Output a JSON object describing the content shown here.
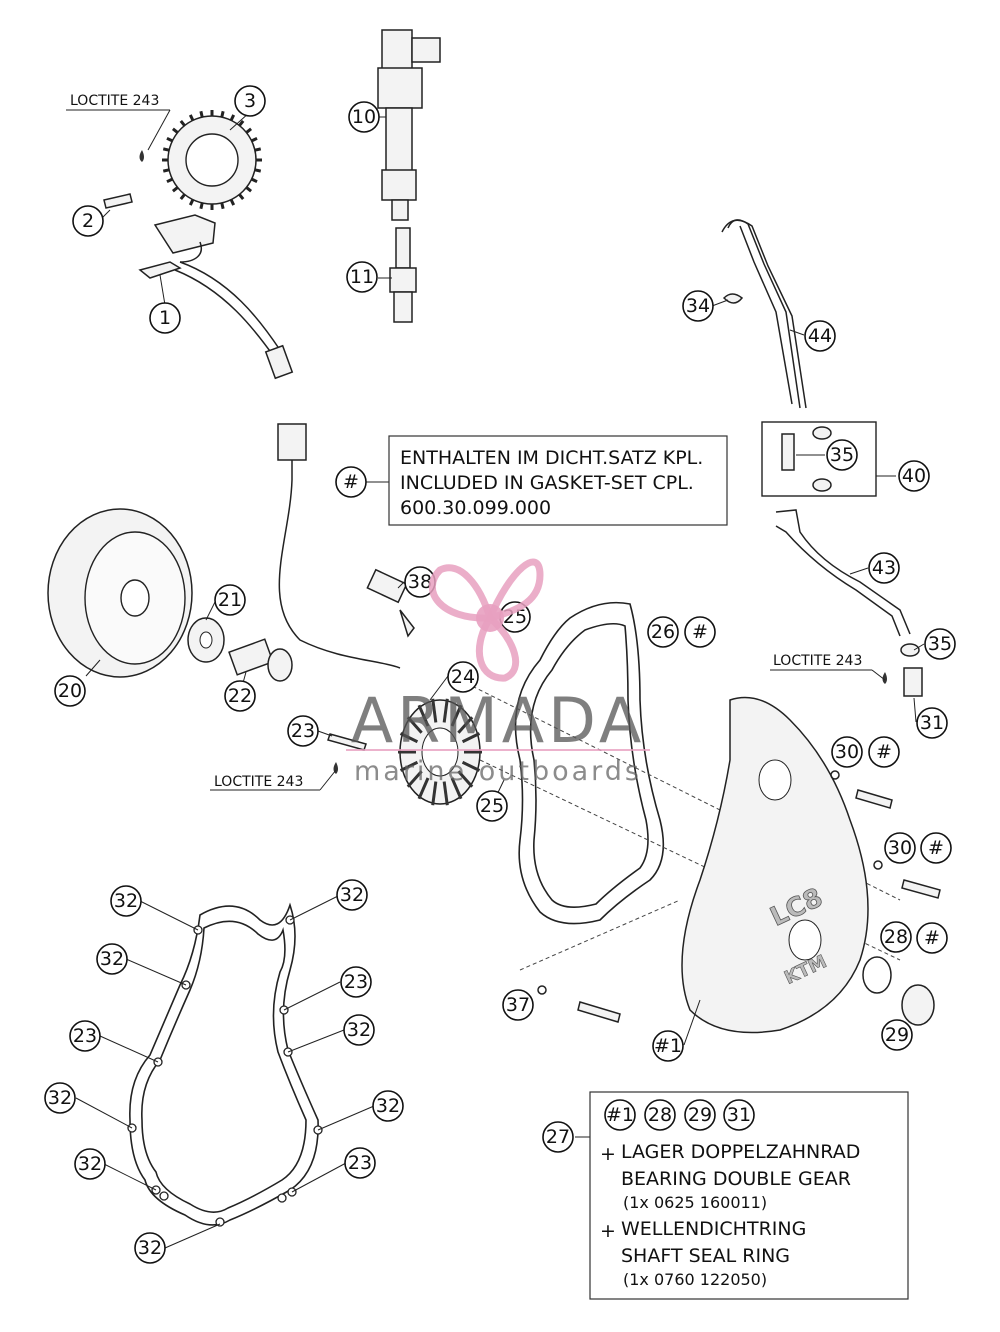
{
  "callouts": [
    {
      "id": "c1",
      "text": "1"
    },
    {
      "id": "c2",
      "text": "2"
    },
    {
      "id": "c3",
      "text": "3"
    },
    {
      "id": "c10",
      "text": "10"
    },
    {
      "id": "c11",
      "text": "11"
    },
    {
      "id": "c34",
      "text": "34"
    },
    {
      "id": "c44",
      "text": "44"
    },
    {
      "id": "c35a",
      "text": "35"
    },
    {
      "id": "c40",
      "text": "40"
    },
    {
      "id": "c43",
      "text": "43"
    },
    {
      "id": "c35b",
      "text": "35"
    },
    {
      "id": "c31",
      "text": "31"
    },
    {
      "id": "c38",
      "text": "38"
    },
    {
      "id": "c25a",
      "text": "25"
    },
    {
      "id": "c26",
      "text": "26"
    },
    {
      "id": "c26h",
      "text": "#"
    },
    {
      "id": "c21",
      "text": "21"
    },
    {
      "id": "c20",
      "text": "20"
    },
    {
      "id": "c22",
      "text": "22"
    },
    {
      "id": "c24",
      "text": "24"
    },
    {
      "id": "c23a",
      "text": "23"
    },
    {
      "id": "c25b",
      "text": "25"
    },
    {
      "id": "c30a",
      "text": "30"
    },
    {
      "id": "c30ah",
      "text": "#"
    },
    {
      "id": "c30b",
      "text": "30"
    },
    {
      "id": "c30bh",
      "text": "#"
    },
    {
      "id": "c28",
      "text": "28"
    },
    {
      "id": "c28h",
      "text": "#"
    },
    {
      "id": "c29",
      "text": "29"
    },
    {
      "id": "c37",
      "text": "37"
    },
    {
      "id": "c1h",
      "text": "#1"
    },
    {
      "id": "chash",
      "text": "#"
    },
    {
      "id": "c32a",
      "text": "32"
    },
    {
      "id": "c32b",
      "text": "32"
    },
    {
      "id": "c32c",
      "text": "32"
    },
    {
      "id": "c23b",
      "text": "23"
    },
    {
      "id": "c23c",
      "text": "23"
    },
    {
      "id": "c32d",
      "text": "32"
    },
    {
      "id": "c32e",
      "text": "32"
    },
    {
      "id": "c32f",
      "text": "32"
    },
    {
      "id": "c32g",
      "text": "32"
    },
    {
      "id": "c23d",
      "text": "23"
    },
    {
      "id": "c32h",
      "text": "32"
    },
    {
      "id": "c27",
      "text": "27"
    }
  ],
  "loctite_labels": [
    "LOCTITE 243",
    "LOCTITE 243",
    "LOCTITE 243"
  ],
  "gasket_note": {
    "line1": "ENTHALTEN IM DICHT.SATZ KPL.",
    "line2": "INCLUDED IN GASKET-SET CPL.",
    "line3": "600.30.099.000"
  },
  "kit_box": {
    "refs": [
      "#1",
      "28",
      "29",
      "31"
    ],
    "item1_de": "LAGER DOPPELZAHNRAD",
    "item1_en": "BEARING DOUBLE GEAR",
    "item1_qty": "(1x 0625 160011)",
    "item2_de": "WELLENDICHTRING",
    "item2_en": "SHAFT SEAL RING",
    "item2_qty": "(1x 0760 122050)",
    "plus": "+"
  },
  "cover_logo": "LC8",
  "cover_brand": "KTM",
  "watermark": {
    "title": "ARMADA",
    "subtitle": "marine outboards",
    "accent_color": "#e8a0c0"
  }
}
